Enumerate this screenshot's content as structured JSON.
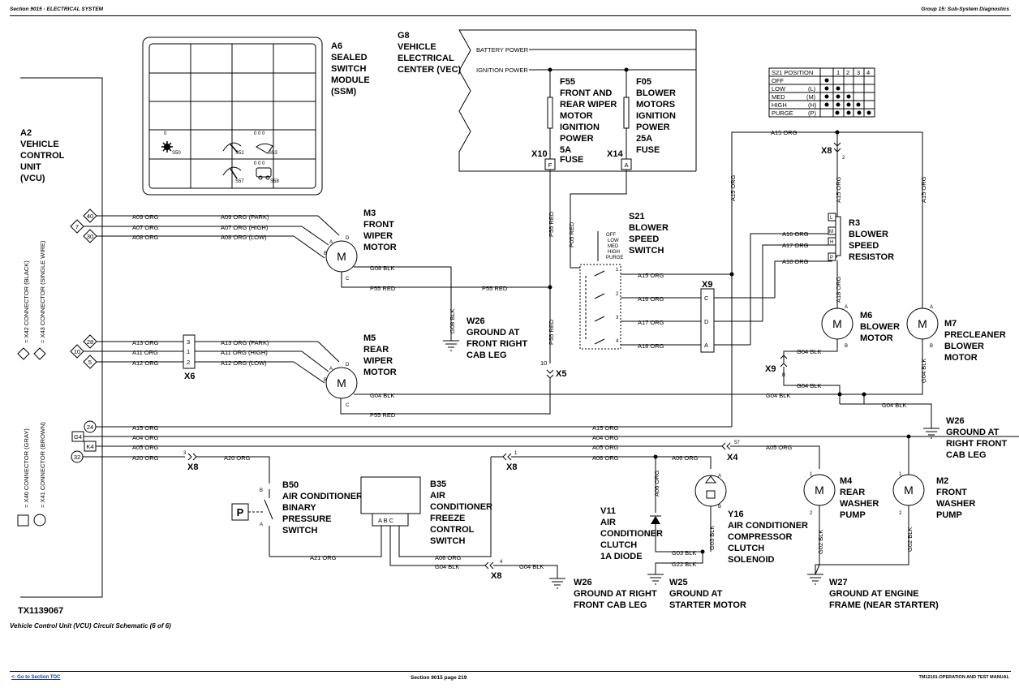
{
  "header": {
    "section_left": "Section 9015 - ELECTRICAL SYSTEM",
    "group_right": "Group 15: Sub-System Diagnostics"
  },
  "footer": {
    "goto_link": "<- Go to Section TOC",
    "page": "Section 9015 page 219",
    "manual": "TM12101-OPERATION AND TEST MANUAL"
  },
  "figure": {
    "id": "TX1139067",
    "caption": "Vehicle Control Unit (VCU) Circuit Schematic (6 of 6)"
  },
  "vcu": {
    "lines": [
      "A2",
      "VEHICLE",
      "CONTROL",
      "UNIT",
      "(VCU)"
    ],
    "connector_x42": "= X42 CONNECTOR (BLACK)",
    "connector_x43": "= X43 CONNECTOR (SINGLE WIRE)",
    "connector_x40": "= X40 CONNECTOR (GRAY)",
    "connector_x41": "= X41 CONNECTOR (BROWN)",
    "pins": {
      "p40": "40",
      "p7": "7",
      "p30": "30",
      "p28": "28",
      "p10": "10",
      "p5": "5",
      "p24": "24",
      "g4": "G4",
      "k4": "K4",
      "p32": "32"
    }
  },
  "ssm": {
    "lines": [
      "A6",
      "SEALED",
      "SWITCH",
      "MODULE",
      "(SSM)"
    ],
    "s50": "S50",
    "s52": "S52",
    "s53": "S53",
    "s57": "S57",
    "s58": "S58",
    "ind0": "0",
    "ind000a": "0 0 0",
    "ind000b": "0 0 0"
  },
  "vec": {
    "lines": [
      "G8",
      "VEHICLE",
      "ELECTRICAL",
      "CENTER (VEC)"
    ],
    "battery": "BATTERY POWER",
    "ignition": "IGNITION POWER",
    "f55": [
      "F55",
      "FRONT AND",
      "REAR WIPER",
      "MOTOR",
      "IGNITION",
      "POWER",
      "5A",
      "FUSE"
    ],
    "f05": [
      "F05",
      "BLOWER",
      "MOTORS",
      "IGNITION",
      "POWER",
      "25A",
      "FUSE"
    ],
    "x10": "X10",
    "x14": "X14",
    "pin_f": "F",
    "pin_a": "A"
  },
  "m3": {
    "lines": [
      "M3",
      "FRONT",
      "WIPER",
      "MOTOR"
    ],
    "w1": "A09 ORG",
    "w1b": "A09 ORG (PARK)",
    "w2": "A07 ORG",
    "w2b": "A07 ORG (HIGH)",
    "w3": "A08 ORG",
    "w3b": "A08 ORG (LOW)",
    "g08": "G08 BLK",
    "p55": "P55 RED",
    "p55b": "P55 RED",
    "pa": "A",
    "pb": "B",
    "pc": "C",
    "pd": "D"
  },
  "m5": {
    "lines": [
      "M5",
      "REAR",
      "WIPER",
      "MOTOR"
    ],
    "w1": "A13 ORG",
    "w1b": "A13 ORG (PARK)",
    "w2": "A11 ORG",
    "w2b": "A11 ORG (HIGH)",
    "w3": "A12 ORG",
    "w3b": "A12 ORG (LOW)",
    "x6": "X6",
    "x6p3": "3",
    "x6p1": "1",
    "x6p2": "2",
    "g04": "G04 BLK",
    "p55": "P55 RED",
    "pa": "A",
    "pb": "B",
    "pc": "C",
    "pd": "D"
  },
  "w26_front_right": {
    "lines": [
      "W26",
      "GROUND AT",
      "FRONT RIGHT",
      "CAB LEG"
    ],
    "wire": "G08 BLK"
  },
  "p55_vertical": "P55 RED",
  "p55_vertical2": "P55 RED",
  "p05_vertical": "P05 RED",
  "x5": {
    "label": "X5",
    "pin": "10"
  },
  "s21": {
    "lines": [
      "S21",
      "BLOWER",
      "SPEED",
      "SWITCH"
    ],
    "positions": [
      "OFF",
      "LOW",
      "MED",
      "HIGH",
      "PURGE"
    ],
    "wires": [
      "A15 ORG",
      "A16 ORG",
      "A17 ORG",
      "A18 ORG"
    ],
    "pins": [
      "1",
      "2",
      "3",
      "4"
    ]
  },
  "x9": {
    "label": "X9",
    "pins": [
      "C",
      "D",
      "A"
    ],
    "pin_b": "B",
    "label2": "X9"
  },
  "s21_table": {
    "title": "S21 POSITION",
    "cols": [
      "1",
      "2",
      "3",
      "4"
    ],
    "rows": [
      {
        "name": "OFF",
        "code": "",
        "dots": [
          true,
          false,
          false,
          false
        ]
      },
      {
        "name": "LOW",
        "code": "(L)",
        "dots": [
          true,
          true,
          false,
          false
        ]
      },
      {
        "name": "MED",
        "code": "(M)",
        "dots": [
          true,
          true,
          true,
          false
        ]
      },
      {
        "name": "HIGH",
        "code": "(H)",
        "dots": [
          true,
          true,
          true,
          true
        ]
      },
      {
        "name": "PURGE",
        "code": "(P)",
        "dots": [
          true,
          true,
          true,
          true
        ]
      }
    ]
  },
  "a15_top": "A15 ORG",
  "x8_top": {
    "label": "X8",
    "pin": "2"
  },
  "a15_vertical": "A15 ORG",
  "a15_left_vert": "A15 ORG",
  "a15_right_vert": "A15 ORG",
  "r3": {
    "lines": [
      "R3",
      "BLOWER",
      "SPEED",
      "RESISTOR"
    ],
    "pins": [
      "L",
      "M",
      "H",
      "P"
    ],
    "a16": "A16 ORG",
    "a17": "A17 ORG",
    "a18": "A18 ORG",
    "a18v": "A18 ORG"
  },
  "m6": {
    "lines": [
      "M6",
      "BLOWER",
      "MOTOR"
    ],
    "g04": "G04 BLK",
    "pa": "A",
    "pb": "B"
  },
  "m7": {
    "lines": [
      "M7",
      "PRECLEANER",
      "BLOWER",
      "MOTOR"
    ],
    "g04v": "G04 BLK",
    "pa": "A",
    "pb": "B"
  },
  "ground_right": {
    "g04a": "G04 BLK",
    "g04b": "G04 BLK",
    "g04c": "G04 BLK",
    "lines": [
      "W26",
      "GROUND AT",
      "RIGHT FRONT",
      "CAB LEG"
    ]
  },
  "bottom_bus": {
    "w1": "A15 ORG",
    "w1b": "A15 ORG",
    "w2": "A04 ORG",
    "w2b": "A04 ORG",
    "w3": "A05 ORG",
    "w3b": "A05 ORG",
    "w3c": "A05 ORG",
    "w4": "A20 ORG",
    "w4b": "A20 ORG",
    "w5": "A06 ORG",
    "w5b": "A06 ORG",
    "x8a": "X8",
    "x8a_pin": "3",
    "x8b": "X8",
    "x8b_pin": "1",
    "x4": "X4",
    "x4_pin": "57"
  },
  "b50": {
    "lines": [
      "B50",
      "AIR CONDITIONER",
      "BINARY",
      "PRESSURE",
      "SWITCH"
    ],
    "p": "P",
    "pb": "B",
    "pa": "A",
    "a21": "A21 ORG"
  },
  "b35": {
    "lines": [
      "B35",
      "AIR",
      "CONDITIONER",
      "FREEZE",
      "CONTROL",
      "SWITCH"
    ],
    "pins": "A B C",
    "a06": "A06 ORG",
    "g04": "G04 BLK",
    "g04b": "G04 BLK",
    "x8": "X8",
    "x8_pin": "4"
  },
  "w26_bottom": {
    "lines": [
      "W26",
      "GROUND AT RIGHT",
      "FRONT CAB LEG"
    ]
  },
  "v11": {
    "lines": [
      "V11",
      "AIR",
      "CONDITIONER",
      "CLUTCH",
      "1A DIODE"
    ],
    "a06v": "A06 ORG",
    "g03": "G03 BLK",
    "g22": "G22 BLK"
  },
  "w25": {
    "lines": [
      "W25",
      "GROUND AT",
      "STARTER MOTOR"
    ]
  },
  "y16": {
    "lines": [
      "Y16",
      "AIR CONDITIONER",
      "COMPRESSOR",
      "CLUTCH",
      "SOLENOID"
    ],
    "g03v": "G03 BLK",
    "pa": "A",
    "pb": "B"
  },
  "m4": {
    "lines": [
      "M4",
      "REAR",
      "WASHER",
      "PUMP"
    ],
    "g02": "G02 BLK",
    "p1": "1",
    "p2": "2"
  },
  "m2": {
    "lines": [
      "M2",
      "FRONT",
      "WASHER",
      "PUMP"
    ],
    "g02": "G02 BLK",
    "p1": "1",
    "p2": "2"
  },
  "w27": {
    "lines": [
      "W27",
      "GROUND AT ENGINE",
      "FRAME (NEAR STARTER)"
    ]
  }
}
